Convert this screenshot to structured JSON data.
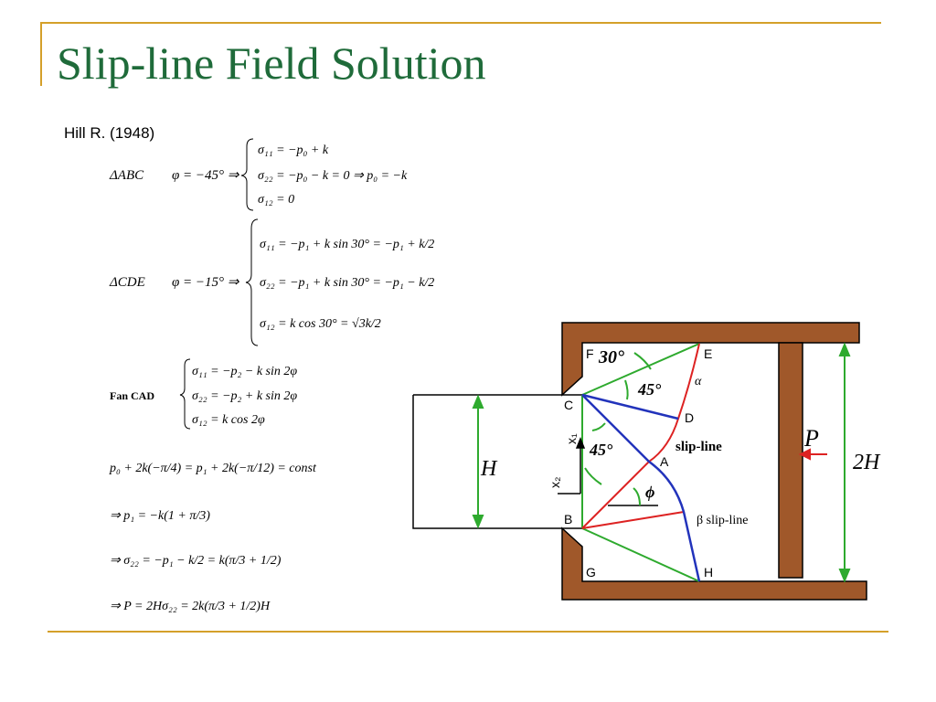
{
  "title": "Slip-line Field Solution",
  "citation": "Hill R. (1948)",
  "equations": {
    "abc_label": "ΔABC",
    "abc_phi": "φ = −45° ⇒",
    "abc_lines": [
      "σ₁₁ = −p₀ + k",
      "σ₂₂ = −p₀ − k = 0 ⇒ p₀ = −k",
      "σ₁₂ = 0"
    ],
    "cde_label": "ΔCDE",
    "cde_phi": "φ = −15° ⇒",
    "cde_lines": [
      "σ₁₁ = −p₁ + k sin 30° = −p₁ + k/2",
      "σ₂₂ = −p₁ + k sin 30° = −p₁ − k/2",
      "σ₁₂ = k cos 30° = √3k/2"
    ],
    "fan_label": "Fan CAD",
    "fan_lines": [
      "σ₁₁ = −p₂ − k sin 2φ",
      "σ₂₂ = −p₂ + k sin 2φ",
      "σ₁₂ = k cos 2φ"
    ],
    "const_eq": "p₀ + 2k(−π/4) = p₁ + 2k(−π/12) = const",
    "p1_eq": "⇒ p₁ = −k(1 + π/3)",
    "s22_eq": "⇒ σ₂₂ = −p₁ − k/2 = k(π/3 + 1/2)",
    "P_eq": "⇒ P = 2Hσ₂₂ = 2k(π/3 + 1/2)H"
  },
  "diagram": {
    "points": {
      "F": "F",
      "E": "E",
      "C": "C",
      "D": "D",
      "A": "A",
      "B": "B",
      "G": "G",
      "H": "H"
    },
    "angle_30": "30°",
    "angle_45_top": "45°",
    "angle_45_mid": "45°",
    "alpha": "α",
    "phi": "ϕ",
    "slip_line": "slip-line",
    "beta_slip_line": "β slip-line",
    "x1": "x₁",
    "x2": "x₂",
    "H_label": "H",
    "P_label": "P",
    "twoH_label": "2H",
    "colors": {
      "brown": "#a0582a",
      "green": "#2eaa2e",
      "blue": "#2233bb",
      "red": "#dd2222"
    }
  }
}
